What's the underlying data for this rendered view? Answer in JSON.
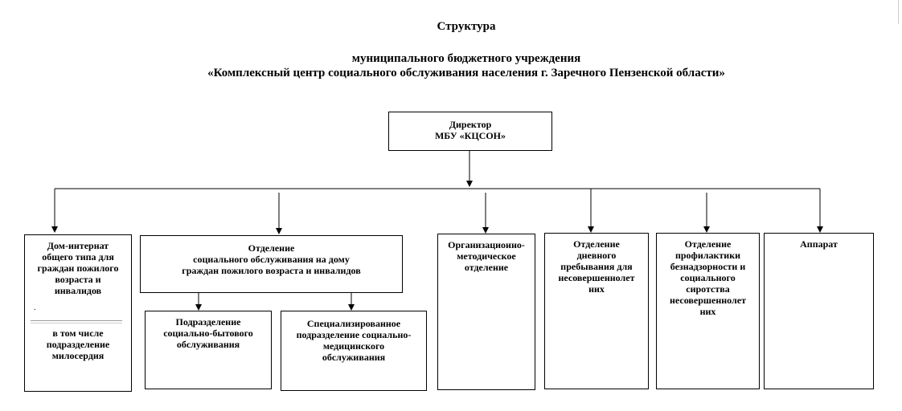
{
  "header": {
    "title": "Структура",
    "subtitle_line1": "муниципального бюджетного учреждения",
    "subtitle_line2": "«Комплексный центр социального обслуживания населения г. Заречного Пензенской области»"
  },
  "director": {
    "line1": "Директор",
    "line2": "МБУ «КЦСОН»"
  },
  "units": {
    "dom_internat": {
      "lines": [
        "Дом-интернат",
        "общего типа для",
        "граждан пожилого",
        "возраста и",
        "инвалидов"
      ],
      "dot": ".",
      "note_lines": [
        "в том числе",
        "подразделение",
        "милосердия"
      ]
    },
    "home_care": {
      "lines": [
        "Отделение",
        "социального обслуживания на дому",
        "граждан пожилого возраста и инвалидов"
      ]
    },
    "social_household": {
      "lines": [
        "Подразделение",
        "социально-бытового",
        "обслуживания"
      ]
    },
    "social_medical": {
      "lines": [
        "Специализированное",
        "подразделение социально-",
        "медицинского",
        "обслуживания"
      ]
    },
    "org_method": {
      "lines": [
        "Организационно-",
        "методическое",
        "отделение"
      ]
    },
    "day_stay": {
      "lines": [
        "Отделение",
        "дневного",
        "пребывания для",
        "несовершеннолет",
        "них"
      ]
    },
    "prevention": {
      "lines": [
        "Отделение",
        "профилактики",
        "безнадзорности и",
        "социального",
        "сиротства",
        "несовершеннолет",
        "них"
      ]
    },
    "apparatus": {
      "lines": [
        "Аппарат"
      ]
    }
  }
}
